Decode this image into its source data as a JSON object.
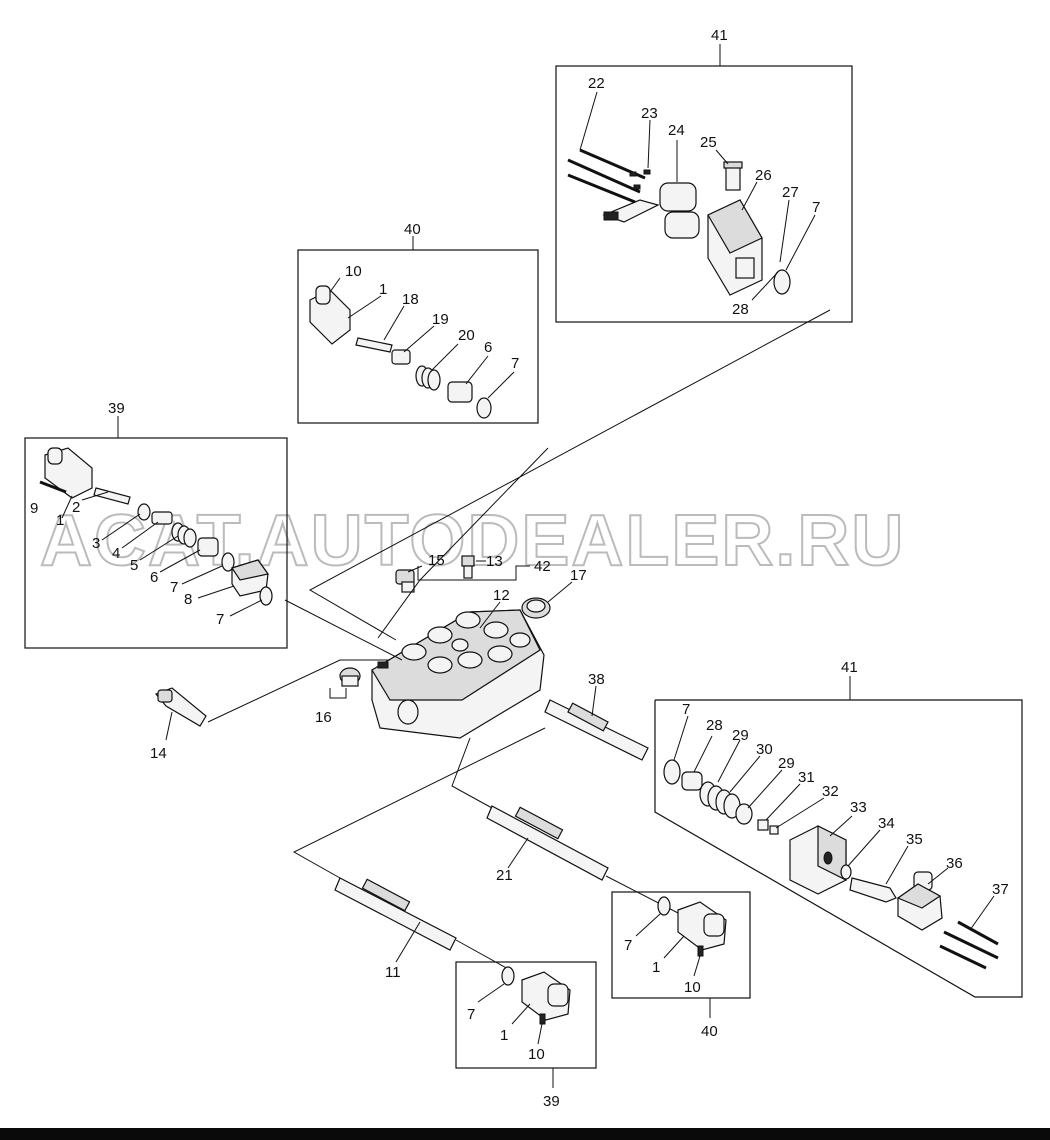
{
  "diagram": {
    "watermark": "ACAT.AUTODEALER.RU",
    "group_labels": {
      "g41_top": "41",
      "g40_top": "40",
      "g39_left": "39",
      "g41_right": "41",
      "g40_bottom": "40",
      "g39_bottom": "39"
    },
    "callouts": {
      "c22": "22",
      "c23": "23",
      "c24": "24",
      "c25": "25",
      "c26": "26",
      "c27": "27",
      "c7a": "7",
      "c28a": "28",
      "c10a": "10",
      "c1a": "1",
      "c18": "18",
      "c19": "19",
      "c20": "20",
      "c6a": "6",
      "c7b": "7",
      "c9": "9",
      "c1b": "1",
      "c2": "2",
      "c3": "3",
      "c4": "4",
      "c5": "5",
      "c6b": "6",
      "c7c": "7",
      "c8": "8",
      "c7d": "7",
      "c15": "15",
      "c13": "13",
      "c42": "42",
      "c17": "17",
      "c12": "12",
      "c16": "16",
      "c14": "14",
      "c38": "38",
      "c7e": "7",
      "c28b": "28",
      "c29a": "29",
      "c30": "30",
      "c29b": "29",
      "c31": "31",
      "c32": "32",
      "c33": "33",
      "c34": "34",
      "c35": "35",
      "c36": "36",
      "c37": "37",
      "c21": "21",
      "c11": "11",
      "c7f": "7",
      "c1c": "1",
      "c10b": "10",
      "c7g": "7",
      "c1d": "1",
      "c10c": "10"
    }
  }
}
